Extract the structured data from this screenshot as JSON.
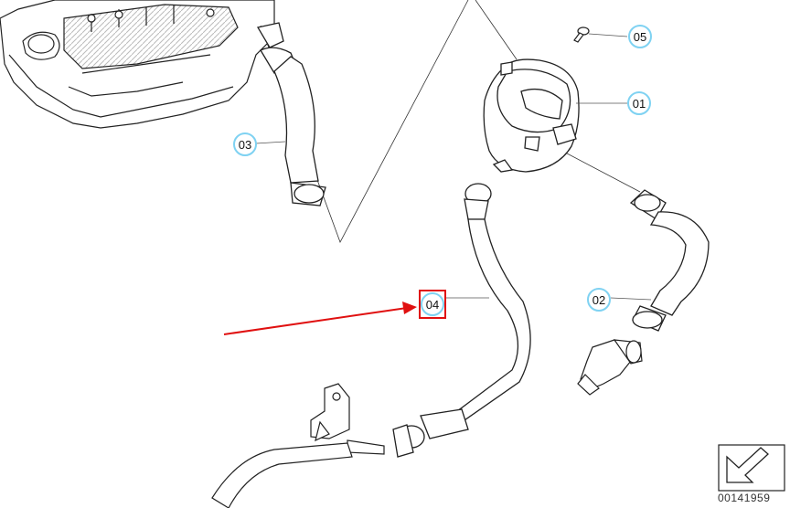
{
  "callouts": [
    {
      "id": "05",
      "label": "05"
    },
    {
      "id": "01",
      "label": "01"
    },
    {
      "id": "03",
      "label": "03"
    },
    {
      "id": "02",
      "label": "02"
    },
    {
      "id": "04",
      "label": "04"
    }
  ],
  "highlight": {
    "callout": "04",
    "color": "#e01010"
  },
  "diagram_number": "00141959",
  "colors": {
    "callout_ring": "#7fd2f2",
    "highlight": "#e01010",
    "line": "#1a1a1a"
  },
  "icons": {
    "direction": "arrow-down-left-icon"
  }
}
